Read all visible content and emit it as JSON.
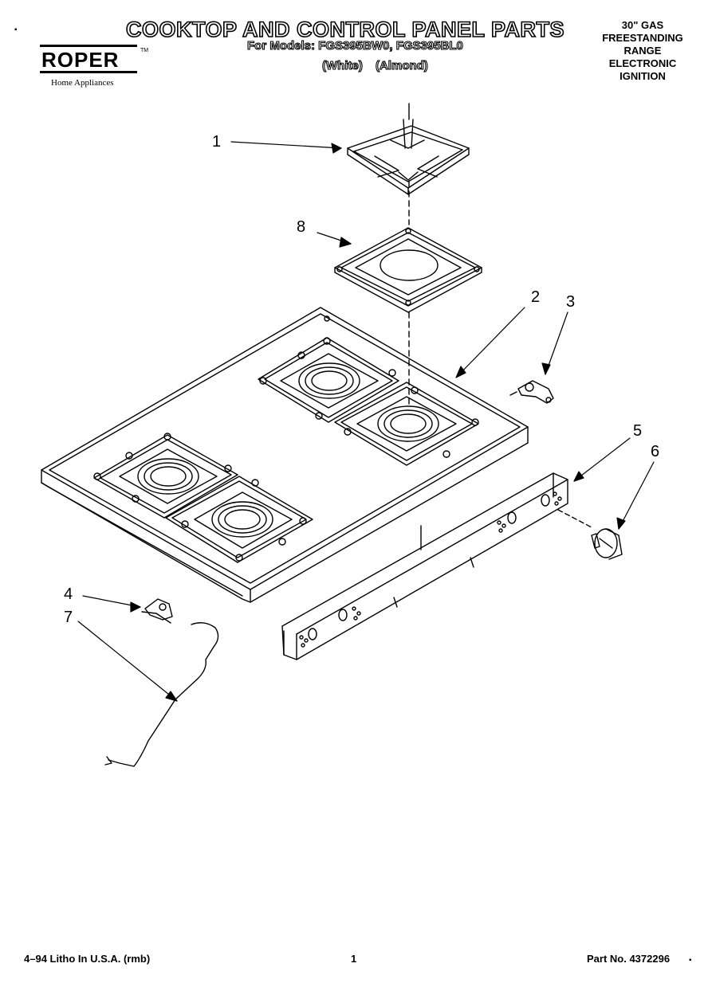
{
  "header": {
    "brand": "ROPER",
    "brand_tm": "TM",
    "brand_sub": "Home Appliances",
    "title": "COOKTOP AND CONTROL PANEL PARTS",
    "models_line": "For Models: FGS395BW0, FGS395BL0",
    "variants_line": "(White)  (Almond)",
    "spec_lines": [
      "30\" GAS",
      "FREESTANDING",
      "RANGE",
      "ELECTRONIC",
      "IGNITION"
    ]
  },
  "callouts": {
    "c1": "1",
    "c2": "2",
    "c3": "3",
    "c4": "4",
    "c5": "5",
    "c6": "6",
    "c7": "7",
    "c8": "8"
  },
  "footer": {
    "left": "4–94 Litho In U.S.A. (rmb)",
    "center": "1",
    "right": "Part No. 4372296"
  }
}
